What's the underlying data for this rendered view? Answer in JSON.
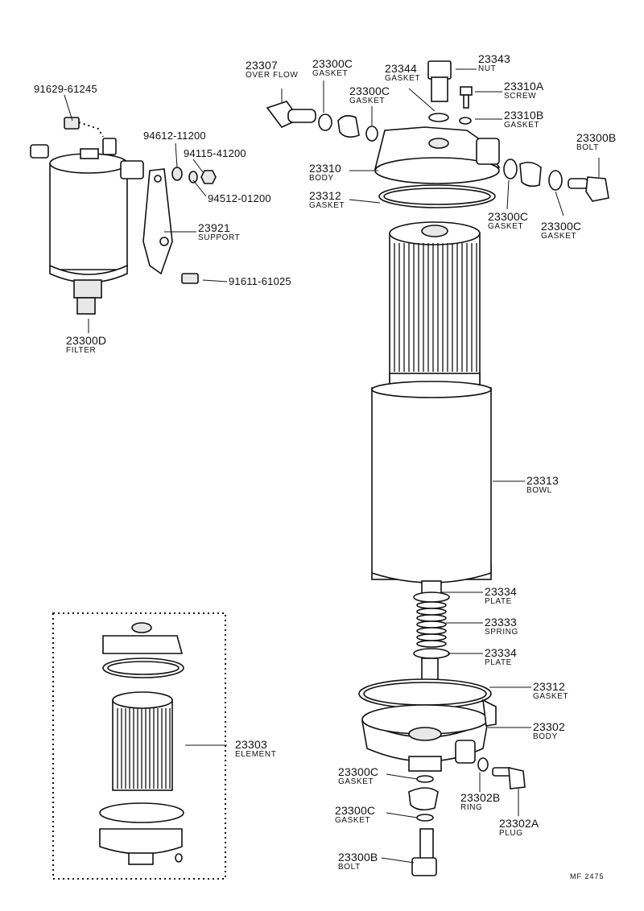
{
  "callouts": {
    "p23307": {
      "number": "23307",
      "name": "OVER FLOW"
    },
    "p23300c_top": {
      "number": "23300C",
      "name": "GASKET"
    },
    "p23300c_mid": {
      "number": "23300C",
      "name": "GASKET"
    },
    "p23344": {
      "number": "23344",
      "name": "GASKET"
    },
    "p23343": {
      "number": "23343",
      "name": "NUT"
    },
    "p23310a": {
      "number": "23310A",
      "name": "SCREW"
    },
    "p23310b": {
      "number": "23310B",
      "name": "GASKET"
    },
    "p23300b_top": {
      "number": "23300B",
      "name": "BOLT"
    },
    "p23310": {
      "number": "23310",
      "name": "BODY"
    },
    "p23312_top": {
      "number": "23312",
      "name": "GASKET"
    },
    "p23300c_r1": {
      "number": "23300C",
      "name": "GASKET"
    },
    "p23300c_r2": {
      "number": "23300C",
      "name": "GASKET"
    },
    "p91629": {
      "number": "91629-61245"
    },
    "p94612": {
      "number": "94612-11200"
    },
    "p94115": {
      "number": "94115-41200"
    },
    "p94512": {
      "number": "94512-01200"
    },
    "p23921": {
      "number": "23921",
      "name": "SUPPORT"
    },
    "p91611": {
      "number": "91611-61025"
    },
    "p23300d": {
      "number": "23300D",
      "name": "FILTER"
    },
    "p23313": {
      "number": "23313",
      "name": "BOWL"
    },
    "p23334_top": {
      "number": "23334",
      "name": "PLATE"
    },
    "p23333": {
      "number": "23333",
      "name": "SPRING"
    },
    "p23334_bot": {
      "number": "23334",
      "name": "PLATE"
    },
    "p23312_bot": {
      "number": "23312",
      "name": "GASKET"
    },
    "p23302": {
      "number": "23302",
      "name": "BODY"
    },
    "p23303": {
      "number": "23303",
      "name": "ELEMENT"
    },
    "p23300c_b1": {
      "number": "23300C",
      "name": "GASKET"
    },
    "p23302b": {
      "number": "23302B",
      "name": "RING"
    },
    "p23300c_b2": {
      "number": "23300C",
      "name": "GASKET"
    },
    "p23302a": {
      "number": "23302A",
      "name": "PLUG"
    },
    "p23300b_bot": {
      "number": "23300B",
      "name": "BOLT"
    }
  },
  "reference": "MF 2475"
}
